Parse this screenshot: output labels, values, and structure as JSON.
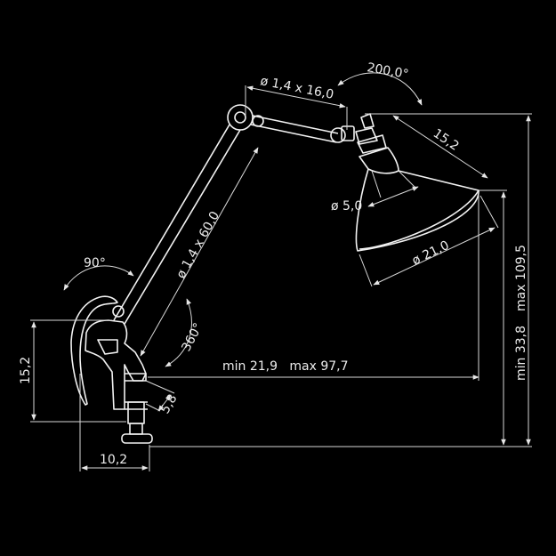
{
  "background_color": "#000000",
  "line_color": "#e8e8e8",
  "dimensions": {
    "arm_upper": "ø 1,4 x 16,0",
    "shade_rotation": "200,0°",
    "shade_length": "15,2",
    "shade_top_diameter": "ø 5,0",
    "shade_diameter": "ø 21,0",
    "arm_lower": "ø 1,4 x 60,0",
    "base_rotation_angle": "90°",
    "base_swivel": "360°",
    "reach": "min 21,9   max 97,7",
    "height_min": "min 33,8",
    "height_max": "max 109,5",
    "clamp_height": "15,2",
    "clamp_gap": "5,8",
    "clamp_width": "10,2"
  }
}
